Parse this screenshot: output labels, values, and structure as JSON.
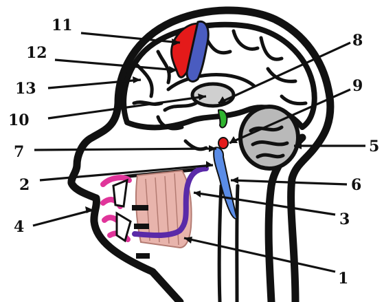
{
  "diagram": {
    "labels": [
      {
        "id": "1",
        "text": "1"
      },
      {
        "id": "2",
        "text": "2"
      },
      {
        "id": "3",
        "text": "3"
      },
      {
        "id": "4",
        "text": "4"
      },
      {
        "id": "5",
        "text": "5"
      },
      {
        "id": "6",
        "text": "6"
      },
      {
        "id": "7",
        "text": "7"
      },
      {
        "id": "8",
        "text": "8"
      },
      {
        "id": "9",
        "text": "9"
      },
      {
        "id": "10",
        "text": "10"
      },
      {
        "id": "11",
        "text": "11"
      },
      {
        "id": "12",
        "text": "12"
      },
      {
        "id": "13",
        "text": "13"
      }
    ],
    "colors": {
      "outline": "#111111",
      "red_region": "#e41a1a",
      "blue_region": "#4a5cc0",
      "salivary_fill": "#e8b4ac",
      "purple_duct": "#5a2aa8",
      "magenta_mouth": "#e0359a",
      "green_region": "#2fb52f",
      "gray_region": "#b9b9b9",
      "light_blue_region": "#5a8ce6"
    }
  }
}
